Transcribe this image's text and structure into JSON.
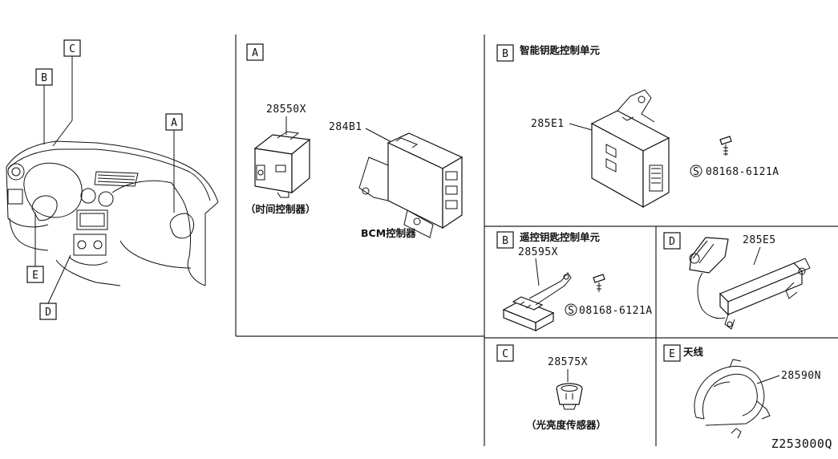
{
  "diagram_id": "Z253000Q",
  "overview": {
    "callouts": [
      "B",
      "C",
      "A",
      "E",
      "D"
    ]
  },
  "panels": {
    "A": {
      "letter": "A",
      "parts": [
        {
          "part_no": "28550X",
          "caption": "（时间控制器）"
        },
        {
          "part_no": "284B1",
          "caption": "BCM控制器"
        }
      ]
    },
    "B_smart": {
      "letter": "B",
      "title": "智能钥匙控制单元",
      "parts": [
        {
          "part_no": "285E1"
        },
        {
          "part_no": "08168-6121A",
          "symbol": "S"
        }
      ]
    },
    "B_remote": {
      "letter": "B",
      "title": "遥控钥匙控制单元",
      "parts": [
        {
          "part_no": "28595X"
        },
        {
          "part_no": "08168-6121A",
          "symbol": "S"
        }
      ]
    },
    "C": {
      "letter": "C",
      "parts": [
        {
          "part_no": "28575X",
          "caption": "（光亮度传感器）"
        }
      ]
    },
    "D": {
      "letter": "D",
      "parts": [
        {
          "part_no": "285E5"
        }
      ]
    },
    "E": {
      "letter": "E",
      "title": "天线",
      "parts": [
        {
          "part_no": "28590N"
        }
      ]
    }
  }
}
